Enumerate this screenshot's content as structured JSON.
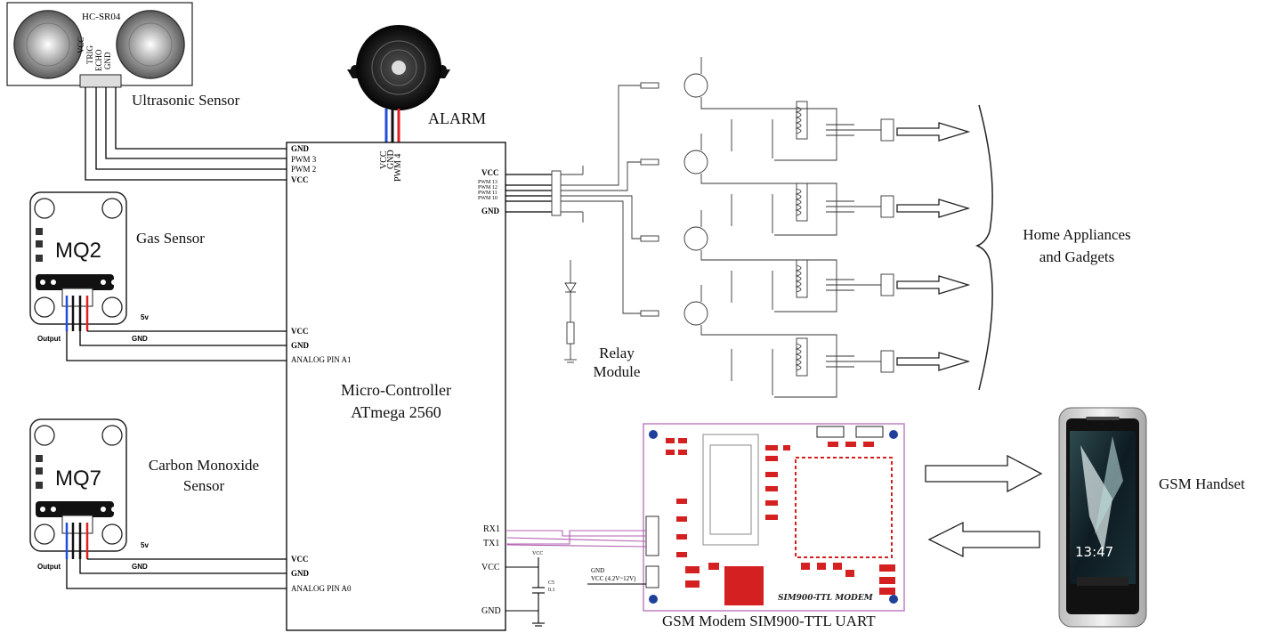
{
  "ultrasonic": {
    "model": "HC-SR04",
    "pins": [
      "VCC",
      "TRIG",
      "ECHO",
      "GND"
    ],
    "label": "Ultrasonic Sensor"
  },
  "alarm": {
    "label": "ALARM",
    "pins": [
      "VCC",
      "GND",
      "PWM 4"
    ]
  },
  "gas_sensor": {
    "chip": "MQ2",
    "label": "Gas Sensor",
    "voltage": "5v",
    "output": "Output",
    "gnd": "GND"
  },
  "co_sensor": {
    "chip": "MQ7",
    "label_line1": "Carbon Monoxide",
    "label_line2": "Sensor",
    "voltage": "5v",
    "output": "Output",
    "gnd": "GND"
  },
  "controller": {
    "title_line1": "Micro-Controller",
    "title_line2": "ATmega 2560",
    "pins_top_left": [
      "GND",
      "PWM 3",
      "PWM 2",
      "VCC"
    ],
    "pins_mid_left": [
      "VCC",
      "GND",
      "ANALOG PIN A1"
    ],
    "pins_bottom_left": [
      "VCC",
      "GND",
      "ANALOG PIN A0"
    ],
    "pins_right_top": [
      "VCC",
      "PWM 13",
      "PWM 12",
      "PWM 11",
      "PWM 10",
      "GND"
    ],
    "pins_right_bottom": [
      "RX1",
      "TX1",
      "VCC",
      "GND"
    ]
  },
  "relay": {
    "label_line1": "Relay",
    "label_line2": "Module"
  },
  "appliances": {
    "label_line1": "Home Appliances",
    "label_line2": "and Gadgets"
  },
  "gsm_modem": {
    "label": "GSM Modem SIM900-TTL UART",
    "board_text": "SIM900-TTL MODEM",
    "power_gnd": "GND",
    "power_vcc": "VCC (4.2V~12V)"
  },
  "capacitor": {
    "vcc": "VCC",
    "name": "C5",
    "value": "0.1"
  },
  "handset": {
    "label": "GSM Handset",
    "time": "13:47"
  },
  "colors": {
    "board_red": "#d42020",
    "board_border": "#c080c0",
    "wire_blue": "#1f4fd8",
    "wire_red": "#e02020",
    "uart_wire": "#b060b0"
  }
}
